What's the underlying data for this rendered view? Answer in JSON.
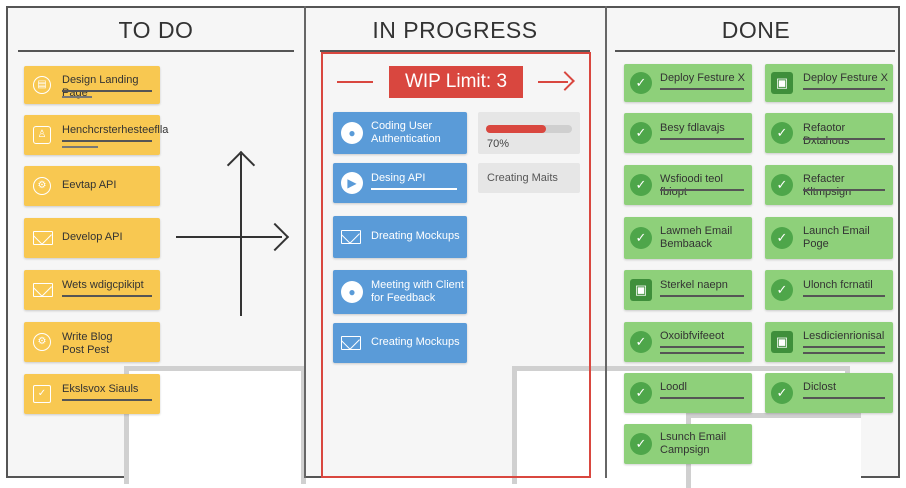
{
  "columns": {
    "todo": {
      "title": "TO DO"
    },
    "progress": {
      "title": "IN PROGRESS"
    },
    "done": {
      "title": "DONE"
    }
  },
  "wip": {
    "label": "WIP Limit: 3"
  },
  "progress_bar": {
    "label": "70%",
    "fraction": 0.7
  },
  "todo_cards": [
    {
      "label": "Design Landing Page",
      "icon": "document-icon"
    },
    {
      "label": "Henchcrsterhesteeflla",
      "icon": "person-icon"
    },
    {
      "label": "Eevtap API",
      "icon": "gear-icon"
    },
    {
      "label": "Develop API",
      "icon": "envelope-icon"
    },
    {
      "label": "Wets wdigcpikipt",
      "icon": "envelope-icon"
    },
    {
      "label": "Write Blog Post Pest",
      "icon": "gear-icon"
    },
    {
      "label": "Ekslsvox Siauls",
      "icon": "checkbox-icon"
    }
  ],
  "progress_cards": [
    {
      "label": "Coding User Authentication",
      "icon": "user-icon"
    },
    {
      "label": "Desing API",
      "icon": "play-icon"
    },
    {
      "label": "Dreating Mockups",
      "icon": "envelope-icon"
    },
    {
      "label": "Meeting with Client for Feedback",
      "icon": "user-icon"
    },
    {
      "label": "Creating Mockups",
      "icon": "envelope-icon"
    }
  ],
  "progress_side": {
    "label": "Creating Maits"
  },
  "done_cards_left": [
    {
      "label": "Deploy Festure X",
      "icon": "check-icon"
    },
    {
      "label": "Besy fdlavajs",
      "icon": "check-icon"
    },
    {
      "label": "Wsfioodi teol fbiopt",
      "icon": "check-icon"
    },
    {
      "label": "Lawmeh Email Bembaack",
      "icon": "check-icon"
    },
    {
      "label": "Sterkel naepn",
      "icon": "lock-icon"
    },
    {
      "label": "Oxoibfvifeeot",
      "icon": "check-icon"
    },
    {
      "label": "Loodl",
      "icon": "check-icon"
    },
    {
      "label": "Lsunch Email Campsign",
      "icon": "check-icon"
    }
  ],
  "done_cards_right": [
    {
      "label": "Deploy Festure X",
      "icon": "lock-icon"
    },
    {
      "label": "Refaotor Dxtahous",
      "icon": "check-icon"
    },
    {
      "label": "Refacter Kltmpsign",
      "icon": "check-icon"
    },
    {
      "label": "Launch Email Poge",
      "icon": "check-icon"
    },
    {
      "label": "Ulonch fcrnatil",
      "icon": "check-icon"
    },
    {
      "label": "Lesdicienrionisal",
      "icon": "lock-icon"
    },
    {
      "label": "Diclost",
      "icon": "check-icon"
    }
  ]
}
